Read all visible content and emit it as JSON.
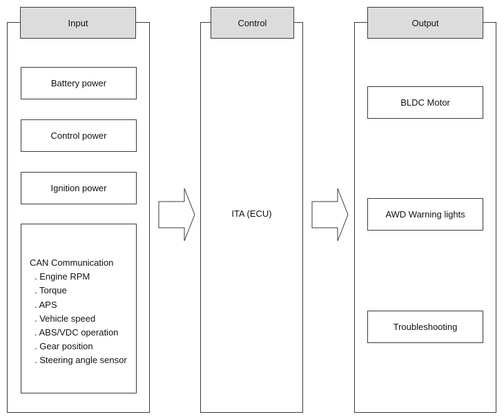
{
  "input": {
    "title": "Input",
    "boxes": [
      "Battery power",
      "Control power",
      "Ignition power"
    ],
    "can": {
      "heading": "CAN Communication",
      "items": [
        ". Engine RPM",
        ". Torque",
        ". APS",
        ". Vehicle speed",
        ". ABS/VDC operation",
        ". Gear position",
        ". Steering angle sensor"
      ]
    }
  },
  "control": {
    "title": "Control",
    "label": "ITA (ECU)"
  },
  "output": {
    "title": "Output",
    "boxes": [
      "BLDC Motor",
      "AWD Warning lights",
      "Troubleshooting"
    ]
  },
  "colors": {
    "border": "#3a3a3a",
    "tab_fill": "#dcdcdc",
    "background": "#ffffff"
  }
}
